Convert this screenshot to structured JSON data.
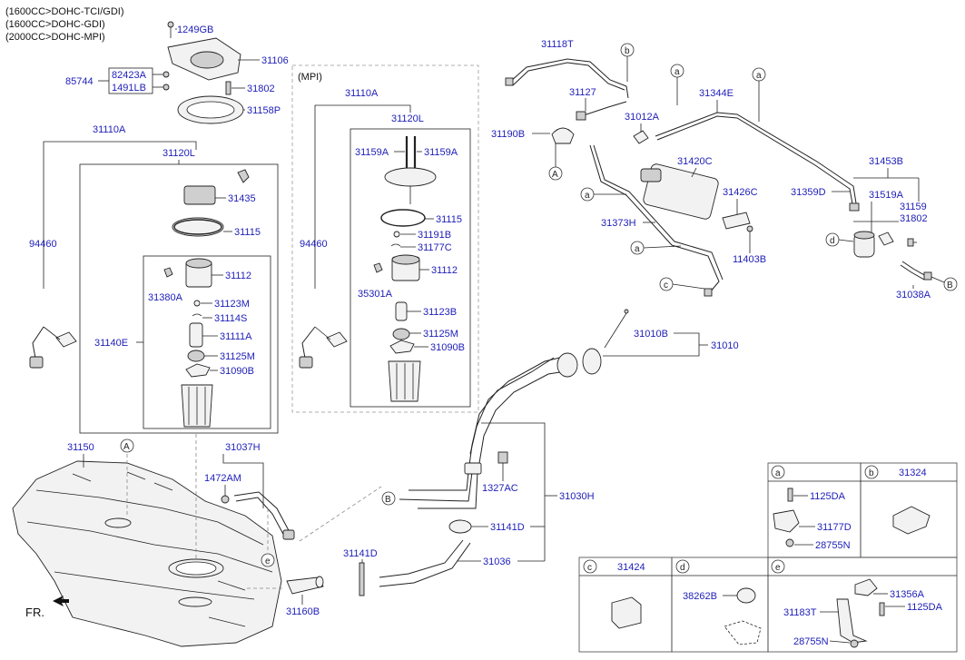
{
  "variants": [
    "(1600CC>DOHC-TCI/GDI)",
    "(1600CC>DOHC-GDI)",
    "(2000CC>DOHC-MPI)"
  ],
  "mpi_label": "(MPI)",
  "fr_label": "FR.",
  "labels": {
    "p1249GB": "1249GB",
    "p31106": "31106",
    "p85744": "85744",
    "p82423A": "82423A",
    "p1491LB": "1491LB",
    "p31802a": "31802",
    "p31158P": "31158P",
    "p31110A_l": "31110A",
    "p31120L_l": "31120L",
    "p31435": "31435",
    "p31115_l": "31115",
    "p94460_l": "94460",
    "p31112_l": "31112",
    "p31380A": "31380A",
    "p31123M": "31123M",
    "p31114S": "31114S",
    "p31140E": "31140E",
    "p31111A": "31111A",
    "p31125M_l": "31125M",
    "p31090B_l": "31090B",
    "p31110A_m": "31110A",
    "p31120L_m": "31120L",
    "p31159A_1": "31159A",
    "p31159A_2": "31159A",
    "p31115_m": "31115",
    "p94460_m": "94460",
    "p31191B": "31191B",
    "p31177C": "31177C",
    "p31112_m": "31112",
    "p35301A": "35301A",
    "p31123B": "31123B",
    "p31125M_m": "31125M",
    "p31090B_m": "31090B",
    "p31118T": "31118T",
    "p31127": "31127",
    "p31190B": "31190B",
    "p31012A": "31012A",
    "p31344E": "31344E",
    "p31420C": "31420C",
    "p31426C": "31426C",
    "p31373H": "31373H",
    "p11403B": "11403B",
    "p31453B": "31453B",
    "p31359D": "31359D",
    "p31519A": "31519A",
    "p31159": "31159",
    "p31802b": "31802",
    "p31038A": "31038A",
    "p31010B": "31010B",
    "p31010": "31010",
    "p1327AC": "1327AC",
    "p31030H": "31030H",
    "p31141D_a": "31141D",
    "p31141D_b": "31141D",
    "p31036": "31036",
    "p31150": "31150",
    "p31037H": "31037H",
    "p1472AM": "1472AM",
    "p31160B": "31160B"
  },
  "callouts": {
    "a1": "a",
    "a2": "a",
    "a3": "a",
    "a4": "a",
    "b1": "b",
    "B1": "B",
    "B2": "B",
    "c1": "c",
    "d1": "d",
    "e1": "e",
    "A1": "A",
    "A2": "A"
  },
  "legend": {
    "a": {
      "key": "a",
      "items": [
        "1125DA",
        "31177D",
        "28755N"
      ]
    },
    "b": {
      "key": "b",
      "items": [
        "31324"
      ]
    },
    "c": {
      "key": "c",
      "items": [
        "31424"
      ]
    },
    "d": {
      "key": "d",
      "items": [
        "38262B"
      ]
    },
    "e": {
      "key": "e",
      "items": [
        "31356A",
        "1125DA",
        "31183T",
        "28755N"
      ]
    }
  },
  "colors": {
    "label": "#1d1db8",
    "line": "#222222"
  }
}
